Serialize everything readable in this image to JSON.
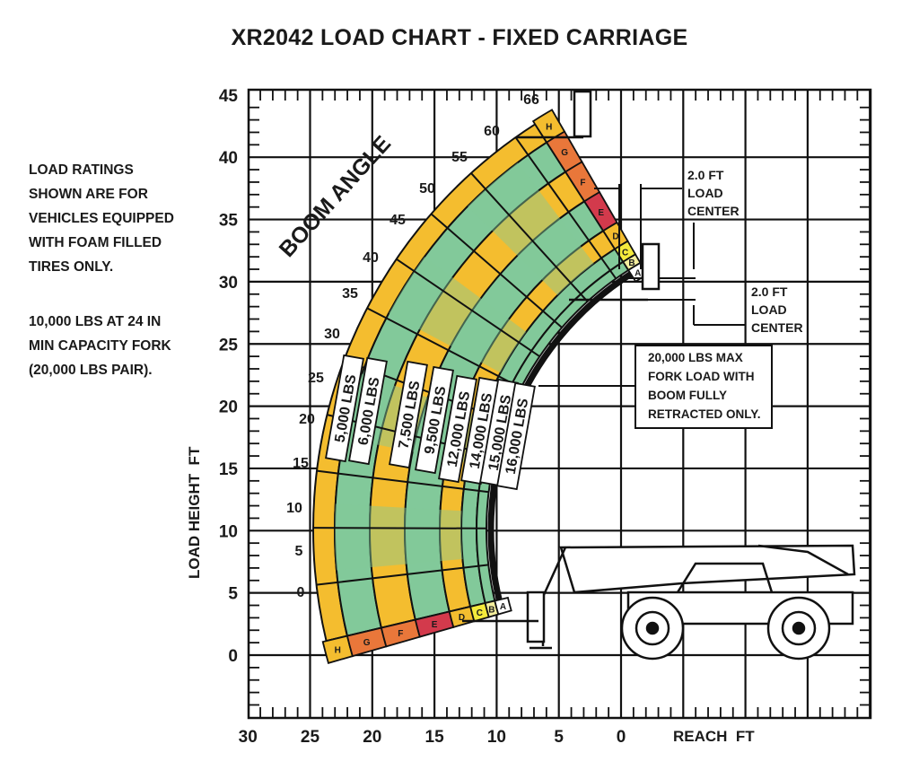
{
  "title": "XR2042 LOAD CHART - FIXED CARRIAGE",
  "notes": {
    "foam": [
      "LOAD RATINGS",
      "SHOWN ARE FOR",
      "VEHICLES EQUIPPED",
      "WITH FOAM FILLED",
      "TIRES ONLY."
    ],
    "fork": [
      "10,000 LBS AT 24 IN",
      "MIN CAPACITY FORK",
      "(20,000 LBS PAIR)."
    ]
  },
  "callouts": {
    "load_center_top": [
      "2.0 FT",
      "LOAD",
      "CENTER"
    ],
    "load_center_bottom": [
      "2.0 FT",
      "LOAD",
      "CENTER"
    ],
    "max_fork": [
      "20,000 LBS MAX",
      "FORK LOAD WITH",
      "BOOM FULLY",
      "RETRACTED ONLY."
    ]
  },
  "colors": {
    "green": "#82c99a",
    "yellow": "#f4bd2f",
    "orange": "#e9773a",
    "red": "#d33a4c",
    "lightyellow": "#f4ea3c",
    "paleyellow": "#f5ef9e"
  },
  "chart_data": {
    "type": "load-chart",
    "title": "XR2042 LOAD CHART - FIXED CARRIAGE",
    "xlabel": "REACH  FT",
    "ylabel": "LOAD HEIGHT  FT",
    "xlim": [
      30,
      -20
    ],
    "ylim": [
      -5,
      45
    ],
    "x_ticks": [
      "30",
      "25",
      "20",
      "15",
      "10",
      "5",
      "0"
    ],
    "y_ticks": [
      "0",
      "5",
      "10",
      "15",
      "20",
      "25",
      "30",
      "35",
      "40",
      "45"
    ],
    "grid": true,
    "boom_angle_label": "BOOM ANGLE",
    "boom_angles": [
      "0",
      "5",
      "10",
      "15",
      "20",
      "25",
      "30",
      "35",
      "40",
      "45",
      "50",
      "55",
      "60",
      "66"
    ],
    "extension_marks": [
      "H",
      "G",
      "F",
      "E",
      "D",
      "C",
      "B",
      "A"
    ],
    "capacity_zones": [
      "5,000 LBS",
      "6,000 LBS",
      "7,500 LBS",
      "9,500 LBS",
      "12,000 LBS",
      "14,000 LBS",
      "15,000 LBS",
      "16,000 LBS"
    ]
  }
}
